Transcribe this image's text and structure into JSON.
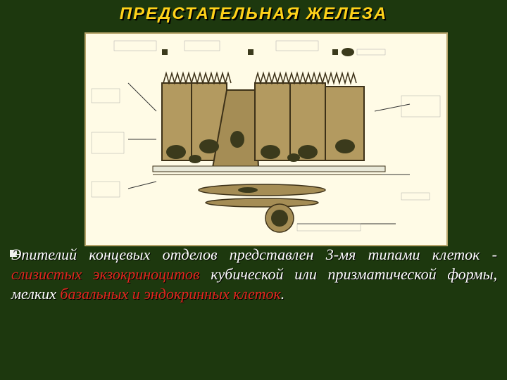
{
  "slide": {
    "title": "ПРЕДСТАТЕЛЬНАЯ ЖЕЛЕЗА",
    "paragraph": {
      "part1": "Эпителий концевых отделов представлен 3-мя типами клеток - ",
      "red1": "слизистых экзокриноцитов",
      "part2": " кубической или призматической формы, мелких ",
      "red2": "базальных и эндокринных клеток",
      "end": "."
    }
  },
  "colors": {
    "background": "#1d380e",
    "title": "#ffd21a",
    "text": "#ffffff",
    "highlight": "#e0281f",
    "figure_bg": "#fffbe6",
    "cell_fill": "#b39a60",
    "nucleus": "#3b3a1c"
  }
}
